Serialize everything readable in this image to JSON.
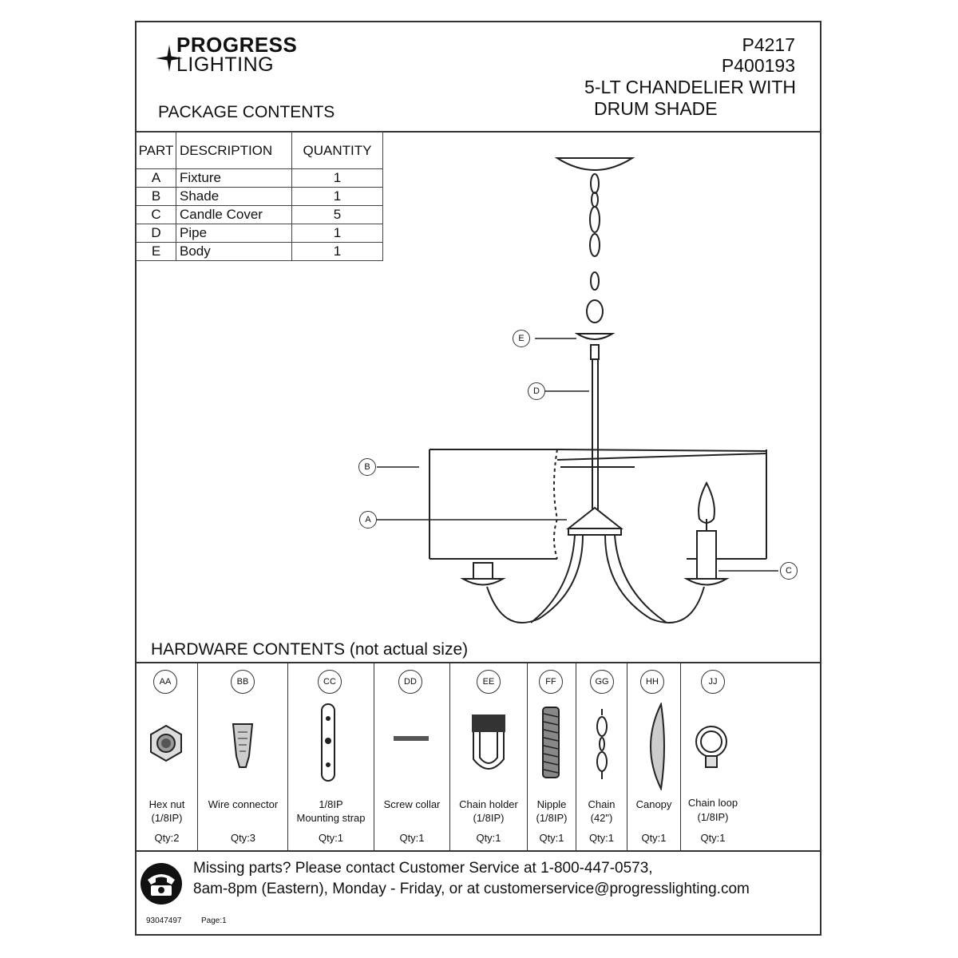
{
  "header": {
    "brand_line1": "PROGRESS",
    "brand_line2": "LIGHTING",
    "model_1": "P4217",
    "model_2": "P400193",
    "product_line1": "5-LT CHANDELIER WITH",
    "product_line2": "DRUM SHADE",
    "section_title": "PACKAGE CONTENTS"
  },
  "parts_table": {
    "headers": [
      "PART",
      "DESCRIPTION",
      "QUANTITY"
    ],
    "rows": [
      {
        "part": "A",
        "description": "Fixture",
        "quantity": "1"
      },
      {
        "part": "B",
        "description": "Shade",
        "quantity": "1"
      },
      {
        "part": "C",
        "description": "Candle Cover",
        "quantity": "5"
      },
      {
        "part": "D",
        "description": "Pipe",
        "quantity": "1"
      },
      {
        "part": "E",
        "description": "Body",
        "quantity": "1"
      }
    ]
  },
  "diagram": {
    "callouts": [
      "E",
      "D",
      "B",
      "A",
      "C"
    ]
  },
  "hardware": {
    "title": "HARDWARE CONTENTS (not actual size)",
    "items": [
      {
        "code": "AA",
        "name_line1": "Hex nut",
        "name_line2": "(1/8IP)",
        "qty": "Qty:2",
        "icon": "hex-nut-icon"
      },
      {
        "code": "BB",
        "name_line1": "Wire connector",
        "name_line2": "",
        "qty": "Qty:3",
        "icon": "wire-connector-icon"
      },
      {
        "code": "CC",
        "name_line1": "1/8IP",
        "name_line2": "Mounting strap",
        "qty": "Qty:1",
        "icon": "mounting-strap-icon"
      },
      {
        "code": "DD",
        "name_line1": "Screw collar",
        "name_line2": "",
        "qty": "Qty:1",
        "icon": "screw-collar-icon"
      },
      {
        "code": "EE",
        "name_line1": "Chain holder",
        "name_line2": "(1/8IP)",
        "qty": "Qty:1",
        "icon": "chain-holder-icon"
      },
      {
        "code": "FF",
        "name_line1": "Nipple",
        "name_line2": "(1/8IP)",
        "qty": "Qty:1",
        "icon": "nipple-icon"
      },
      {
        "code": "GG",
        "name_line1": "Chain",
        "name_line2": "(42\")",
        "qty": "Qty:1",
        "icon": "chain-icon"
      },
      {
        "code": "HH",
        "name_line1": "Canopy",
        "name_line2": "",
        "qty": "Qty:1",
        "icon": "canopy-icon"
      },
      {
        "code": "JJ",
        "name_line1": "Chain loop",
        "name_line2": "(1/8IP)",
        "qty": "Qty:1",
        "icon": "chain-loop-icon"
      }
    ]
  },
  "footer": {
    "contact_line1": "Missing parts? Please contact Customer Service at 1-800-447-0573,",
    "contact_line2": "8am-8pm (Eastern), Monday - Friday,  or at customerservice@progresslighting.com",
    "doc_number": "93047497",
    "page": "Page:1",
    "icon": "telephone-icon"
  }
}
